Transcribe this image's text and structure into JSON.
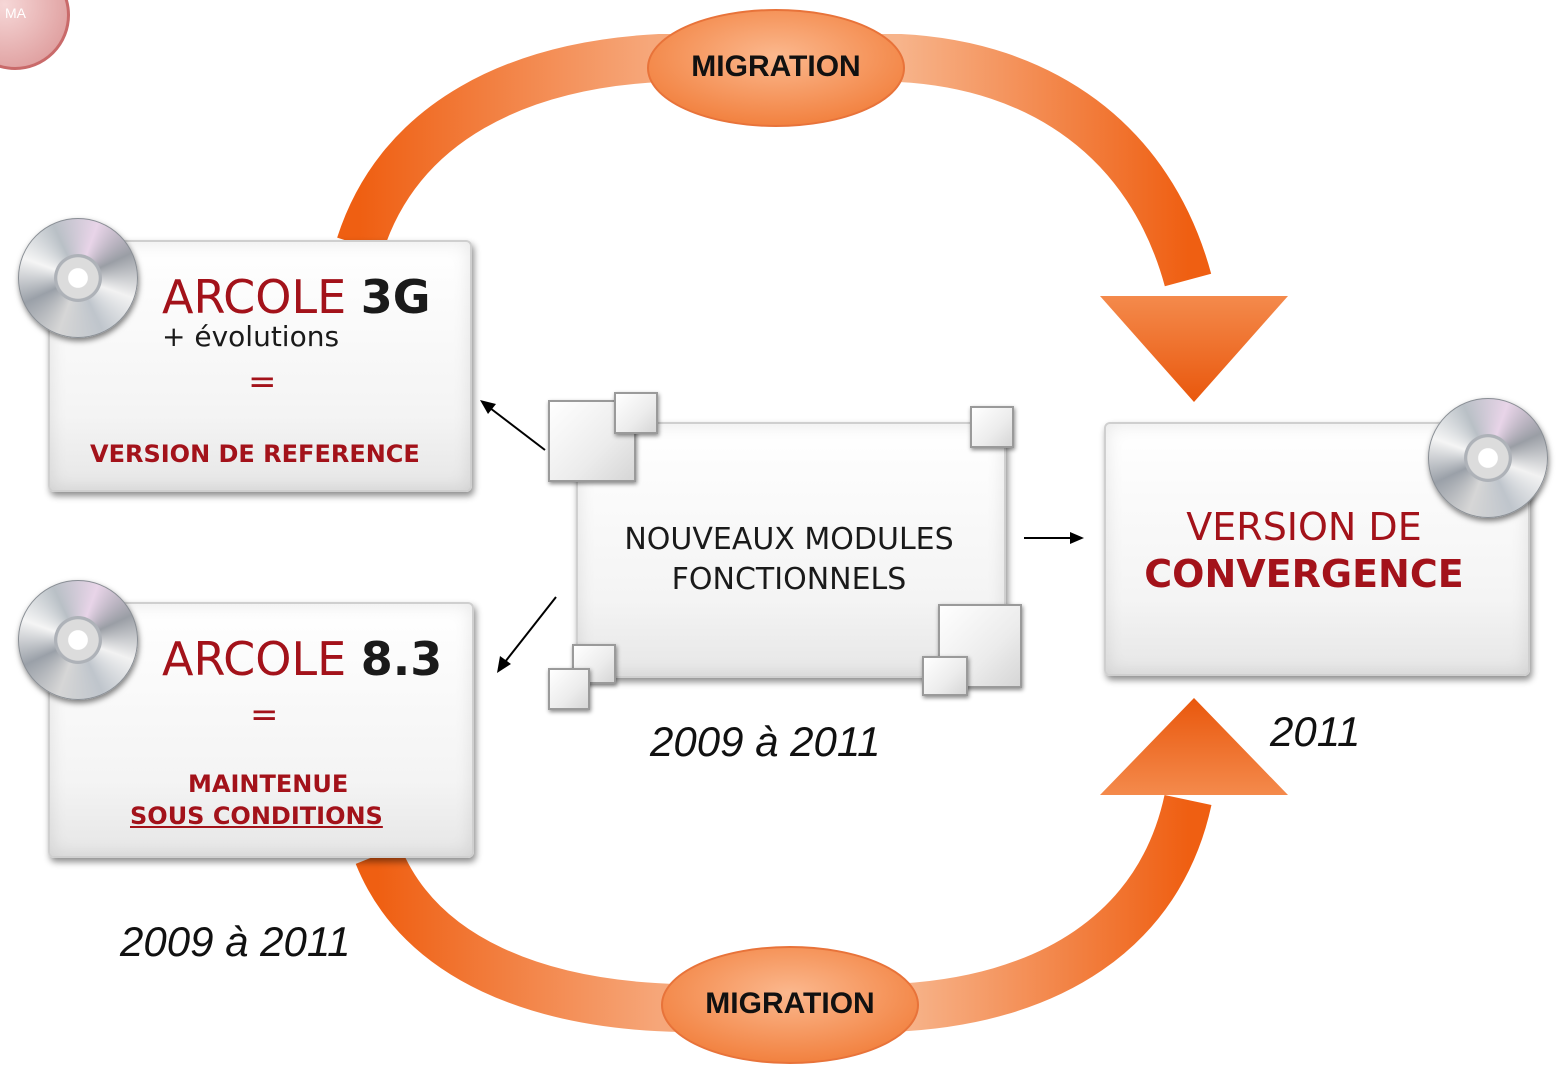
{
  "logo": {
    "text": "MA"
  },
  "migration_top": "MIGRATION",
  "migration_bottom": "MIGRATION",
  "box_3g": {
    "name": "ARCOLE",
    "version": "3G",
    "extra": "+ évolutions",
    "equals": "=",
    "caption": "VERSION DE REFERENCE"
  },
  "box_83": {
    "name": "ARCOLE",
    "version": "8.3",
    "equals": "=",
    "caption_line1": "MAINTENUE",
    "caption_line2": "SOUS CONDITIONS"
  },
  "box_modules": {
    "line1": "NOUVEAUX MODULES",
    "line2": "FONCTIONNELS"
  },
  "box_convergence": {
    "line1": "VERSION DE",
    "line2": "CONVERGENCE"
  },
  "dates": {
    "modules": "2009 à 2011",
    "arcole_83": "2009 à 2011",
    "convergence": "2011"
  },
  "colors": {
    "arrow_orange": "#f06a1e",
    "arrow_light": "#fbc3a0",
    "ellipse_fill": "#f7955a",
    "title_red": "#a3121a"
  }
}
